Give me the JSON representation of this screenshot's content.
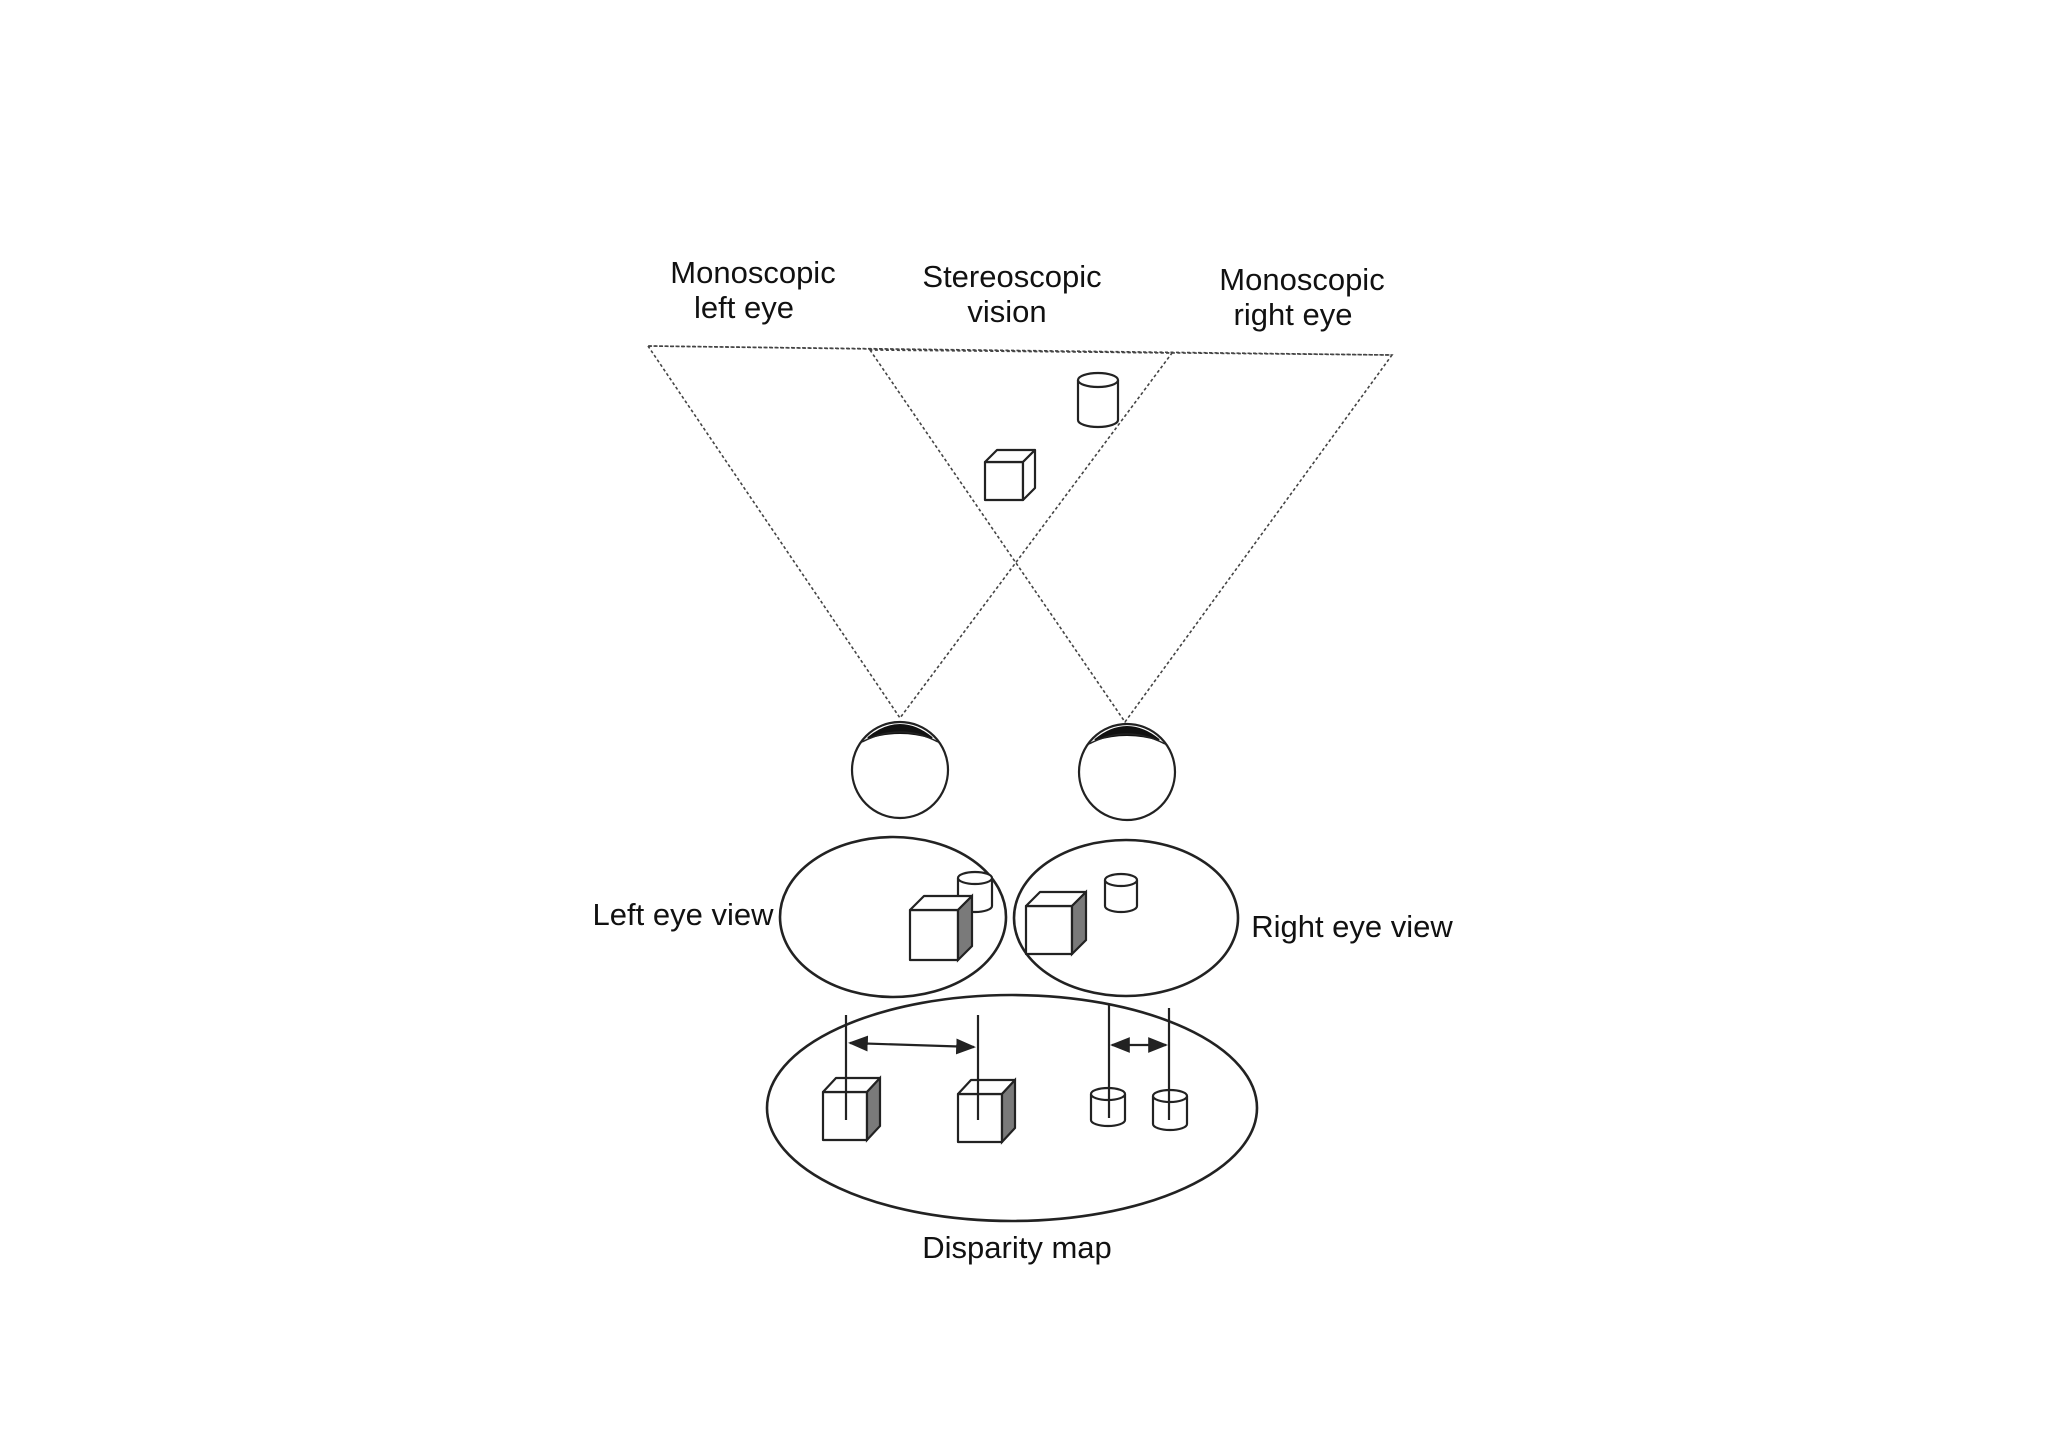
{
  "labels": {
    "mono_left_1": "Monoscopic",
    "mono_left_2": "left eye",
    "stereo_1": "Stereoscopic",
    "stereo_2": "vision",
    "mono_right_1": "Monoscopic",
    "mono_right_2": "right eye",
    "left_eye_view": "Left eye view",
    "right_eye_view": "Right eye view",
    "disparity_map": "Disparity map"
  }
}
